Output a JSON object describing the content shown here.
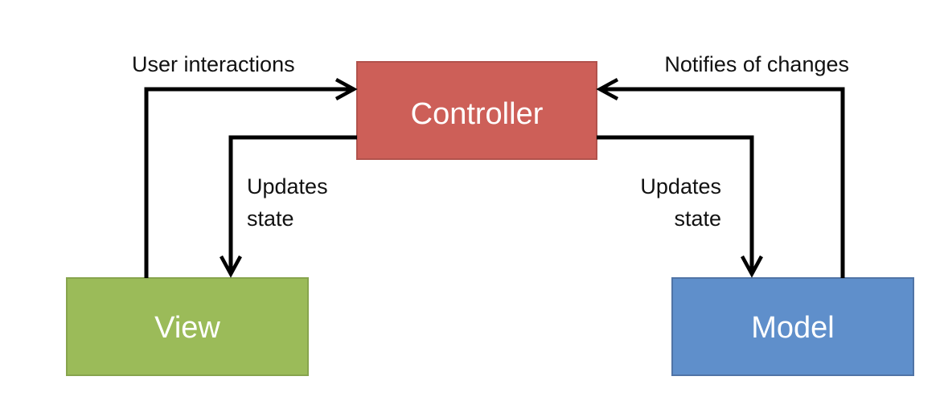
{
  "nodes": {
    "controller": {
      "label": "Controller",
      "fill": "#cd5f58",
      "stroke": "#b1524c"
    },
    "view": {
      "label": "View",
      "fill": "#9bbb59",
      "stroke": "#87a44d"
    },
    "model": {
      "label": "Model",
      "fill": "#5f8fcb",
      "stroke": "#5074a6"
    }
  },
  "edges": {
    "view_to_controller": {
      "label": "User interactions"
    },
    "model_to_controller": {
      "label": "Notifies of changes"
    },
    "controller_to_view": {
      "label_lines": [
        "Updates",
        "state"
      ]
    },
    "controller_to_model": {
      "label_lines": [
        "Updates",
        "state"
      ]
    }
  }
}
